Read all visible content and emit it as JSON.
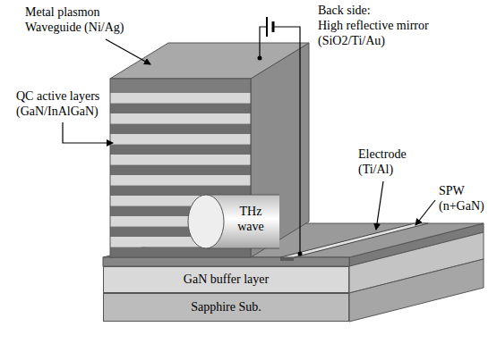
{
  "diagram": {
    "nodes": [
      {
        "text": [
          "THz wave"
        ]
      },
      {
        "text": [
          "GaN buffer layer"
        ]
      },
      {
        "text": [
          "Sapphire Sub."
        ]
      }
    ],
    "labels": [
      "Metal plasmon Waveguide (Ni/Ag)",
      "Back side:",
      "High reflective mirror (SiO2/Ti/Au)",
      "QC active layers (GaN/InAlGaN)",
      "Electrode (Ti/Al)",
      "SPW (n+GaN)"
    ]
  }
}
